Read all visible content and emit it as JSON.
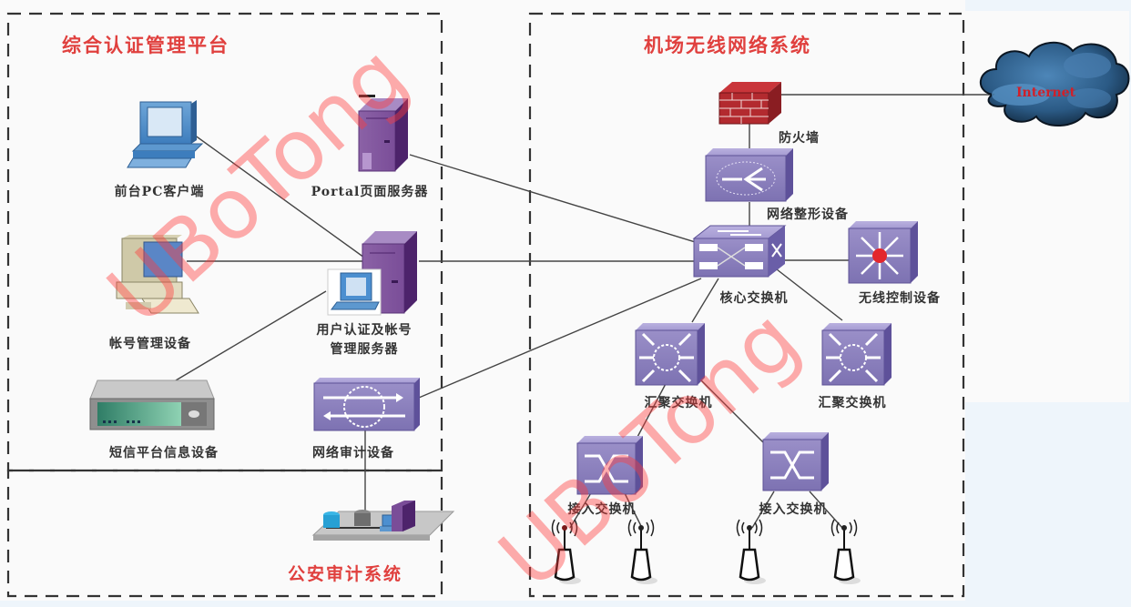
{
  "diagram": {
    "zones": {
      "auth_platform": {
        "title": "综合认证管理平台"
      },
      "airport_wireless": {
        "title": "机场无线网络系统"
      },
      "police_audit": {
        "title": "公安审计系统"
      }
    },
    "nodes": {
      "front_pc": {
        "label": "前台PC客户端",
        "icon": "desktop-pc-icon"
      },
      "portal_server": {
        "label": "Portal页面服务器",
        "icon": "server-tower-icon"
      },
      "account_device": {
        "label": "帐号管理设备",
        "icon": "workstation-icon"
      },
      "auth_server": {
        "label_line1": "用户认证及帐号",
        "label_line2": "管理服务器",
        "icon": "server-with-pc-icon"
      },
      "sms_device": {
        "label": "短信平台信息设备",
        "icon": "sms-gateway-icon"
      },
      "audit_device": {
        "label": "网络审计设备",
        "icon": "audit-switch-icon"
      },
      "firewall": {
        "label": "防火墙",
        "icon": "firewall-icon"
      },
      "shaper": {
        "label": "网络整形设备",
        "icon": "traffic-shaper-icon"
      },
      "core_switch": {
        "label": "核心交换机",
        "icon": "core-switch-icon"
      },
      "wireless_ctrl": {
        "label": "无线控制设备",
        "icon": "wireless-controller-icon"
      },
      "agg_switch_1": {
        "label": "汇聚交换机",
        "icon": "aggregation-switch-icon"
      },
      "agg_switch_2": {
        "label": "汇聚交换机",
        "icon": "aggregation-switch-icon"
      },
      "access_switch_1": {
        "label": "接入交换机",
        "icon": "access-switch-icon"
      },
      "access_switch_2": {
        "label": "接入交换机",
        "icon": "access-switch-icon"
      },
      "internet": {
        "label": "Internet",
        "icon": "cloud-icon"
      }
    },
    "access_points": 4,
    "edges": [
      [
        "front_pc",
        "auth_server"
      ],
      [
        "account_device",
        "auth_server"
      ],
      [
        "sms_device",
        "auth_server"
      ],
      [
        "portal_server",
        "core_switch"
      ],
      [
        "auth_server",
        "core_switch"
      ],
      [
        "audit_device",
        "core_switch"
      ],
      [
        "audit_device",
        "police_audit"
      ],
      [
        "firewall",
        "internet"
      ],
      [
        "firewall",
        "shaper"
      ],
      [
        "shaper",
        "core_switch"
      ],
      [
        "core_switch",
        "wireless_ctrl"
      ],
      [
        "core_switch",
        "agg_switch_1"
      ],
      [
        "core_switch",
        "agg_switch_2"
      ],
      [
        "agg_switch_1",
        "access_switch_1"
      ],
      [
        "agg_switch_1",
        "access_switch_2"
      ],
      [
        "access_switch_1",
        "ap_1"
      ],
      [
        "access_switch_1",
        "ap_2"
      ],
      [
        "access_switch_2",
        "ap_3"
      ],
      [
        "access_switch_2",
        "ap_4"
      ]
    ],
    "watermark": "UBoTong"
  }
}
